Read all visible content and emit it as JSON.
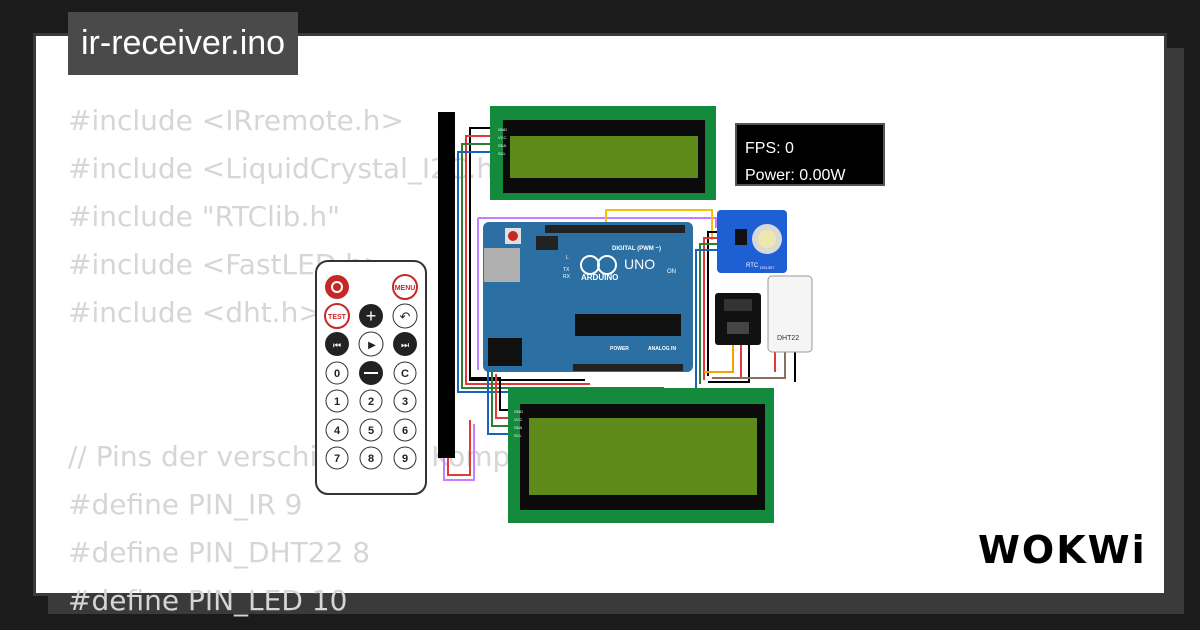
{
  "title": "ir-receiver.ino",
  "code_lines": [
    "#include <IRremote.h>",
    "#include <LiquidCrystal_I2C.h>",
    "#include \"RTClib.h\"",
    "#include <FastLED.h>",
    "#include <dht.h>",
    "",
    "",
    "// Pins der verschiedenen Komponenten",
    "#define PIN_IR 9",
    "#define PIN_DHT22 8",
    "#define PIN_LED 10"
  ],
  "fps": {
    "label": "FPS: 0",
    "power": "Power: 0.00W"
  },
  "remote": {
    "power_icon": "power-icon",
    "menu": "MENU",
    "test": "TEST",
    "keys": [
      "0",
      "C",
      "1",
      "2",
      "3",
      "4",
      "5",
      "6",
      "7",
      "8",
      "9"
    ]
  },
  "arduino": {
    "brand": "ARDUINO",
    "model": "UNO",
    "on": "ON",
    "digital": "DIGITAL (PWM ~)",
    "power": "POWER",
    "analog": "ANALOG IN",
    "tx": "TX",
    "rx": "RX",
    "l": "L"
  },
  "rtc": {
    "label": "RTC",
    "sub": "DS1307"
  },
  "dht": {
    "label": "DHT22"
  },
  "lcd_pins": [
    "GND",
    "VCC",
    "SDA",
    "SCL"
  ],
  "brand": "WOKWi",
  "colors": {
    "lcd_board": "#138a3c",
    "lcd_screen": "#5e8a1a",
    "arduino": "#2b6fa3",
    "rtc": "#1e5fd4"
  }
}
